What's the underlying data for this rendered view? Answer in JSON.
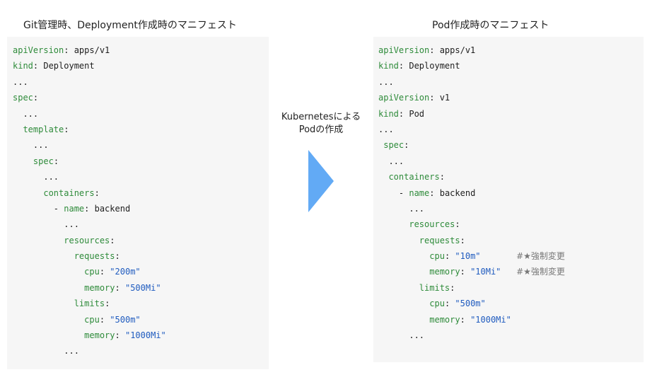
{
  "left_panel": {
    "title": "Git管理時、Deployment作成時のマニフェスト",
    "lines": [
      {
        "indent": 0,
        "key": "apiVersion",
        "sep": ": ",
        "val": "apps/v1",
        "valtype": "plain"
      },
      {
        "indent": 0,
        "key": "kind",
        "sep": ": ",
        "val": "Deployment",
        "valtype": "plain"
      },
      {
        "indent": 0,
        "text": "..."
      },
      {
        "indent": 0,
        "key": "spec",
        "sep": ":",
        "val": ""
      },
      {
        "indent": 2,
        "text": "..."
      },
      {
        "indent": 2,
        "key": "template",
        "sep": ":",
        "val": ""
      },
      {
        "indent": 4,
        "text": "..."
      },
      {
        "indent": 4,
        "key": "spec",
        "sep": ":",
        "val": ""
      },
      {
        "indent": 6,
        "text": "..."
      },
      {
        "indent": 6,
        "key": "containers",
        "sep": ":",
        "val": ""
      },
      {
        "indent": 8,
        "prefix": "- ",
        "key": "name",
        "sep": ": ",
        "val": "backend",
        "valtype": "plain"
      },
      {
        "indent": 10,
        "text": "..."
      },
      {
        "indent": 10,
        "key": "resources",
        "sep": ":",
        "val": ""
      },
      {
        "indent": 12,
        "key": "requests",
        "sep": ":",
        "val": ""
      },
      {
        "indent": 14,
        "key": "cpu",
        "sep": ": ",
        "val": "\"200m\"",
        "valtype": "str"
      },
      {
        "indent": 14,
        "key": "memory",
        "sep": ": ",
        "val": "\"500Mi\"",
        "valtype": "str"
      },
      {
        "indent": 12,
        "key": "limits",
        "sep": ":",
        "val": ""
      },
      {
        "indent": 14,
        "key": "cpu",
        "sep": ": ",
        "val": "\"500m\"",
        "valtype": "str"
      },
      {
        "indent": 14,
        "key": "memory",
        "sep": ": ",
        "val": "\"1000Mi\"",
        "valtype": "str"
      },
      {
        "indent": 10,
        "text": "..."
      }
    ]
  },
  "arrow_label": {
    "line1": "Kubernetesによる",
    "line2": "Podの作成"
  },
  "right_panel": {
    "title": "Pod作成時のマニフェスト",
    "lines": [
      {
        "indent": 0,
        "key": "apiVersion",
        "sep": ": ",
        "val": "apps/v1",
        "valtype": "plain"
      },
      {
        "indent": 0,
        "key": "kind",
        "sep": ": ",
        "val": "Deployment",
        "valtype": "plain"
      },
      {
        "indent": 0,
        "text": "..."
      },
      {
        "indent": 0,
        "key": "apiVersion",
        "sep": ": ",
        "val": "v1",
        "valtype": "plain"
      },
      {
        "indent": 0,
        "key": "kind",
        "sep": ": ",
        "val": "Pod",
        "valtype": "plain"
      },
      {
        "indent": 0,
        "text": "..."
      },
      {
        "indent": 1,
        "key": "spec",
        "sep": ":",
        "val": ""
      },
      {
        "indent": 2,
        "text": "..."
      },
      {
        "indent": 2,
        "key": "containers",
        "sep": ":",
        "val": ""
      },
      {
        "indent": 4,
        "prefix": "- ",
        "key": "name",
        "sep": ": ",
        "val": "backend",
        "valtype": "plain"
      },
      {
        "indent": 6,
        "text": "..."
      },
      {
        "indent": 6,
        "key": "resources",
        "sep": ":",
        "val": ""
      },
      {
        "indent": 8,
        "key": "requests",
        "sep": ":",
        "val": ""
      },
      {
        "indent": 10,
        "key": "cpu",
        "sep": ": ",
        "val": "\"10m\"",
        "valtype": "str",
        "comment": "#★強制変更"
      },
      {
        "indent": 10,
        "key": "memory",
        "sep": ": ",
        "val": "\"10Mi\"",
        "valtype": "str",
        "comment": "#★強制変更"
      },
      {
        "indent": 8,
        "key": "limits",
        "sep": ":",
        "val": ""
      },
      {
        "indent": 10,
        "key": "cpu",
        "sep": ": ",
        "val": "\"500m\"",
        "valtype": "str"
      },
      {
        "indent": 10,
        "key": "memory",
        "sep": ": ",
        "val": "\"1000Mi\"",
        "valtype": "str"
      },
      {
        "indent": 6,
        "text": "..."
      }
    ]
  },
  "colors": {
    "panel_bg": "#f6f6f6",
    "key": "#2e8b3a",
    "string": "#1f5bbf",
    "comment": "#777777",
    "arrow": "#62aaf5"
  }
}
